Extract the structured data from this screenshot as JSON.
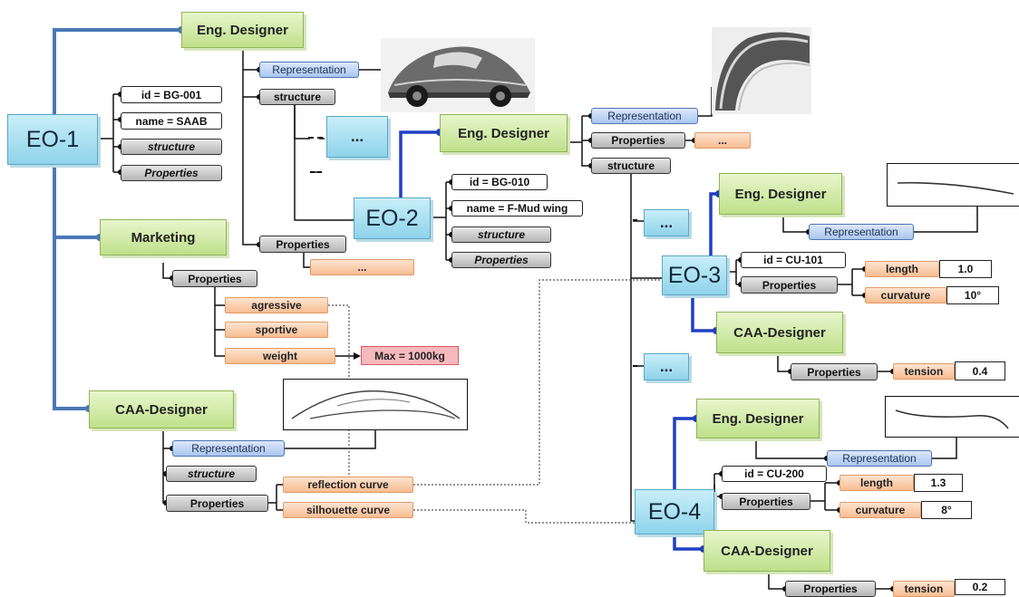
{
  "eo1": {
    "label": "EO-1",
    "id": "id = BG-001",
    "name": "name = SAAB",
    "structure": "structure",
    "properties": "Properties"
  },
  "eo1_eng": {
    "title": "Eng. Designer",
    "representation": "Representation",
    "structure": "structure",
    "ellipsis": "...",
    "properties": "Properties",
    "prop_ellipsis": "..."
  },
  "marketing": {
    "title": "Marketing",
    "properties": "Properties",
    "agressive": "agressive",
    "sportive": "sportive",
    "weight": "weight",
    "weight_value": "Max = 1000kg"
  },
  "caa1": {
    "title": "CAA-Designer",
    "representation": "Representation",
    "structure": "structure",
    "properties": "Properties",
    "reflection": "reflection curve",
    "silhouette": "silhouette curve"
  },
  "eo2": {
    "label": "EO-2",
    "id": "id = BG-010",
    "name": "name = F-Mud wing",
    "structure": "structure",
    "properties": "Properties"
  },
  "eo2_eng": {
    "title": "Eng. Designer",
    "representation": "Representation",
    "properties": "Properties",
    "prop_ellipsis": "...",
    "structure": "structure"
  },
  "ellipsis_a": "...",
  "ellipsis_b": "...",
  "eo3": {
    "label": "EO-3",
    "id": "id = CU-101",
    "properties": "Properties",
    "length": "length",
    "length_value": "1.0",
    "curvature": "curvature",
    "curvature_value": "10°",
    "eng_title": "Eng. Designer",
    "eng_representation": "Representation",
    "caa_title": "CAA-Designer",
    "caa_properties": "Properties",
    "tension": "tension",
    "tension_value": "0.4"
  },
  "eo4": {
    "label": "EO-4",
    "id": "id = CU-200",
    "properties": "Properties",
    "length": "length",
    "length_value": "1.3",
    "curvature": "curvature",
    "curvature_value": "8°",
    "eng_title": "Eng. Designer",
    "eng_representation": "Representation",
    "caa_title": "CAA-Designer",
    "caa_properties": "Properties",
    "tension": "tension",
    "tension_value": "0.2"
  },
  "colors": {
    "hierarchy_line": "#4a78b8",
    "link_line": "#111111",
    "dotted_line": "#555555"
  }
}
